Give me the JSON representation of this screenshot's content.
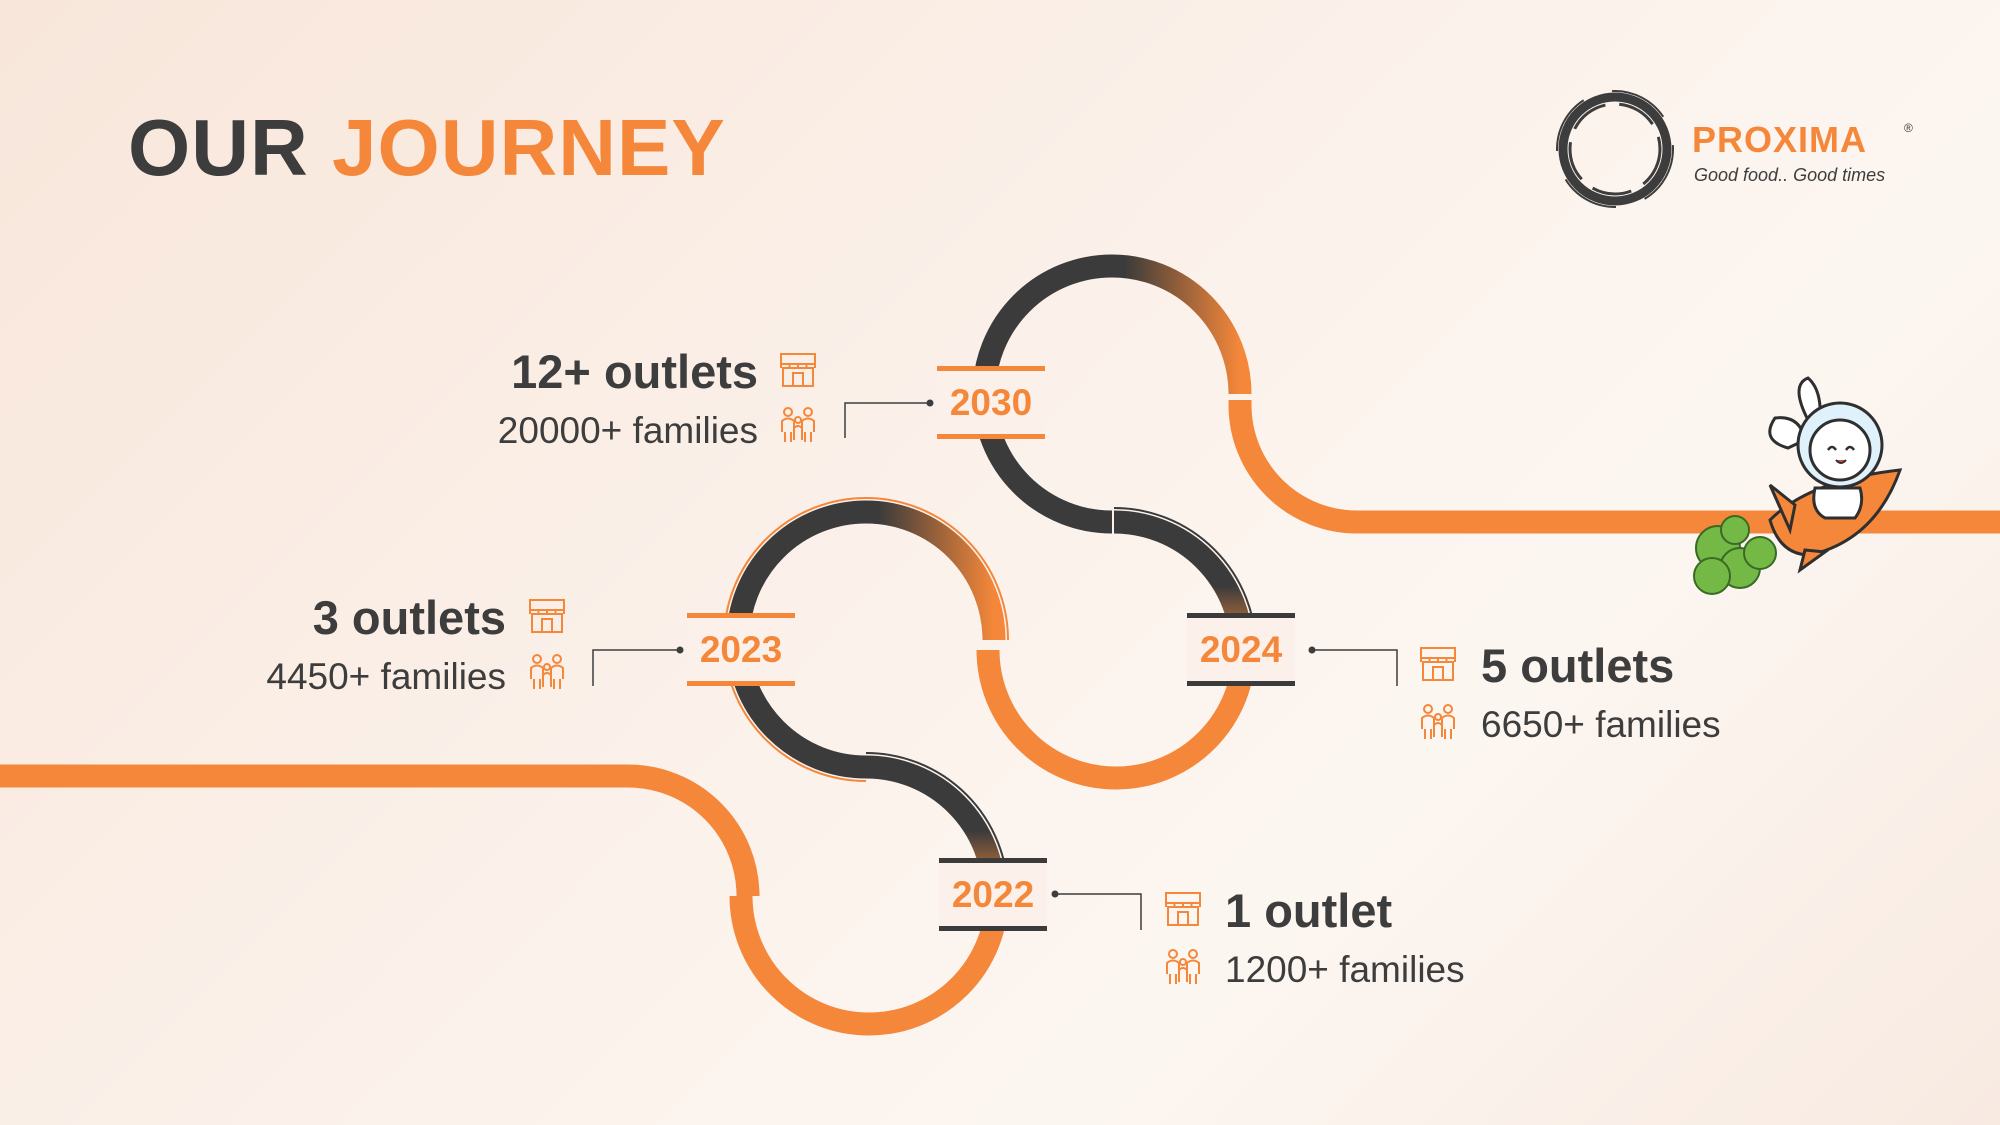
{
  "header": {
    "title_part1": "OUR",
    "title_part2": "JOURNEY"
  },
  "logo": {
    "name": "PROXIMA",
    "registered": "®",
    "tagline": "Good food.. Good times"
  },
  "colors": {
    "accent": "#f5873a",
    "dark": "#3d3d3d",
    "road": "#f5873a",
    "road_dark": "#3b3b3b"
  },
  "icons": {
    "outlet": "storefront-icon",
    "families": "family-icon",
    "mascot": "rabbit-riding-carrot-rocket"
  },
  "milestones": [
    {
      "year": "2022",
      "outlets": "1 outlet",
      "families": "1200+ families"
    },
    {
      "year": "2023",
      "outlets": "3 outlets",
      "families": "4450+ families"
    },
    {
      "year": "2024",
      "outlets": "5 outlets",
      "families": "6650+ families"
    },
    {
      "year": "2030",
      "outlets": "12+ outlets",
      "families": "20000+ families"
    }
  ]
}
